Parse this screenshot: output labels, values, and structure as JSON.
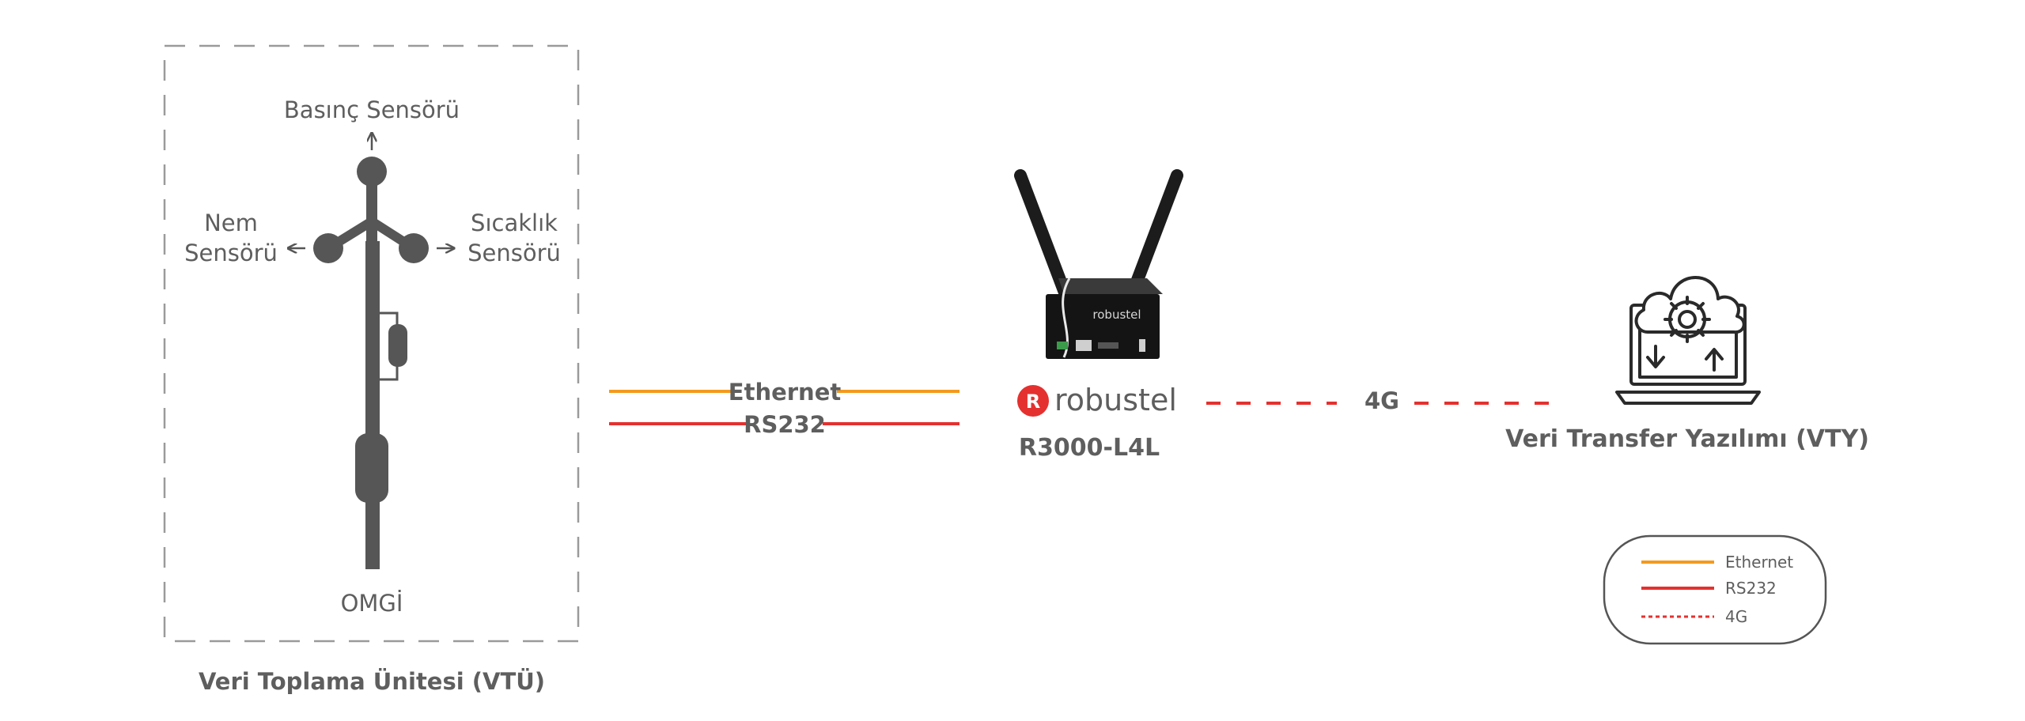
{
  "collector": {
    "caption": "Veri Toplama Ünitesi (VTÜ)",
    "station_label": "OMGİ",
    "sensors": {
      "pressure": "Basınç Sensörü",
      "humidity": [
        "Nem",
        "Sensörü"
      ],
      "temperature": [
        "Sıcaklık",
        "Sensörü"
      ]
    }
  },
  "links": {
    "ethernet": "Ethernet",
    "rs232": "RS232",
    "cellular": "4G"
  },
  "router": {
    "brand": "robustel",
    "model": "R3000-L4L"
  },
  "software": {
    "label": "Veri Transfer Yazılımı (VTY)"
  },
  "legend": {
    "items": [
      {
        "label": "Ethernet",
        "style": "solid",
        "color": "#f39a1d"
      },
      {
        "label": "RS232",
        "style": "solid",
        "color": "#e4312f"
      },
      {
        "label": "4G",
        "style": "dotted",
        "color": "#e4312f"
      }
    ]
  },
  "colors": {
    "ethernet": "#f39a1d",
    "rs232": "#e4312f",
    "cellular": "#e4312f",
    "device": "#565656",
    "text": "#5e5e5e"
  }
}
